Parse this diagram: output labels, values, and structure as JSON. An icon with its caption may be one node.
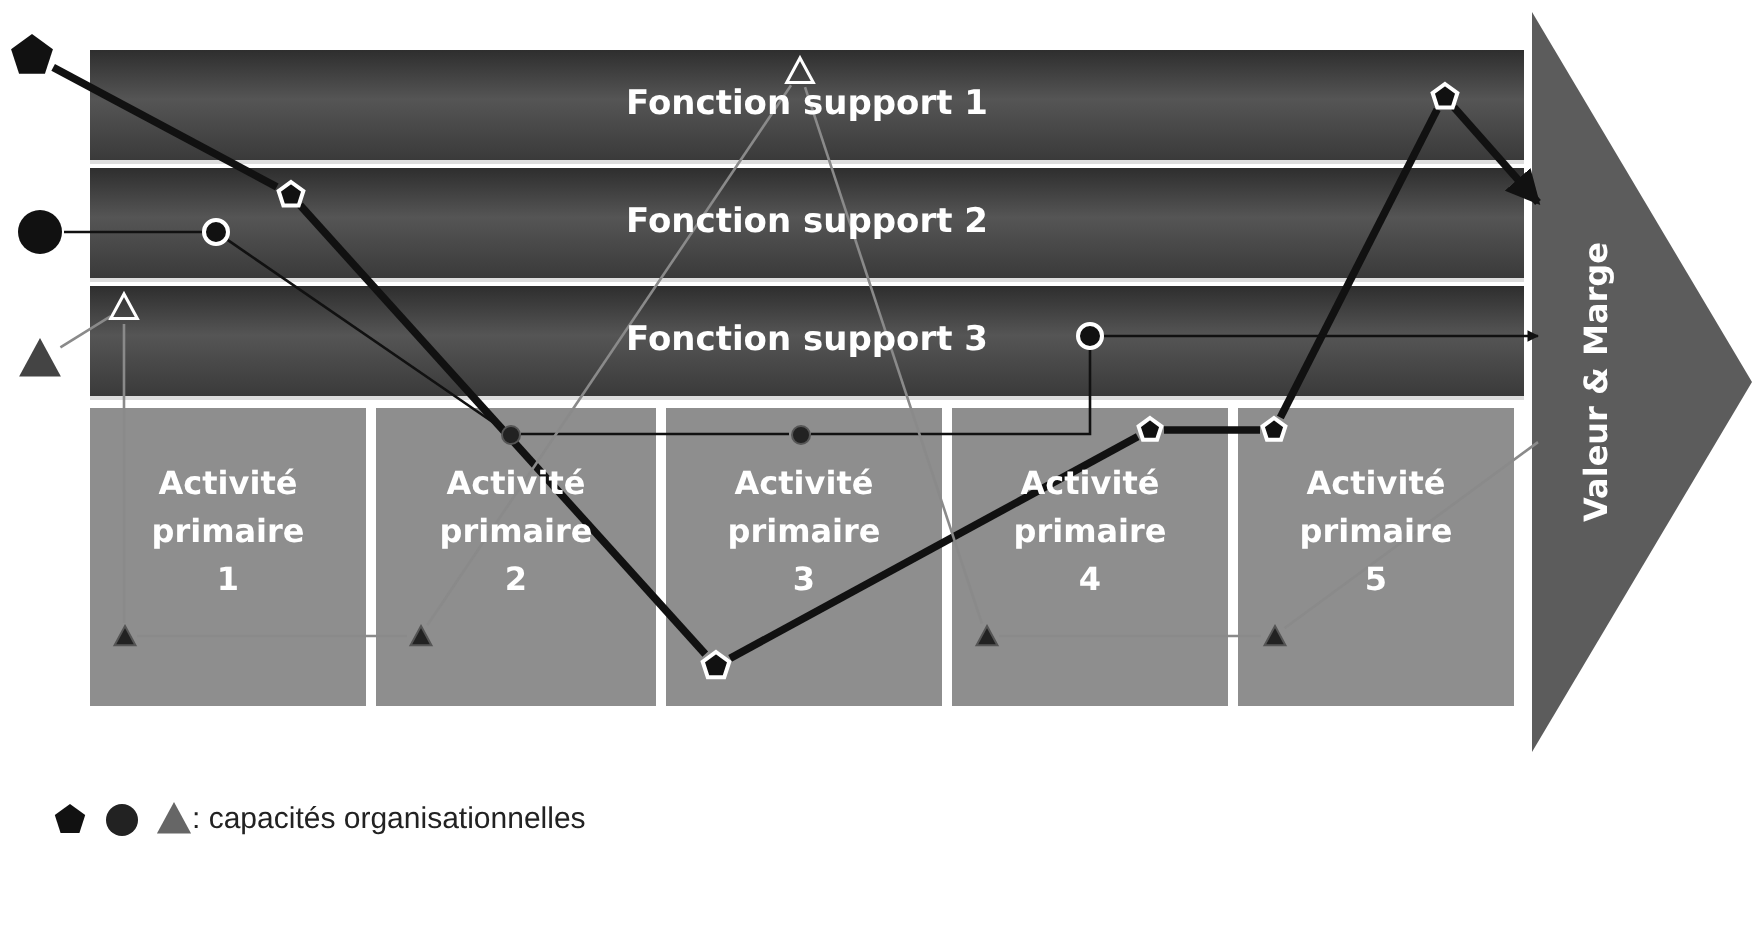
{
  "diagram": {
    "nodes": [
      {
        "text": [
          "Fonction support 1"
        ]
      },
      {
        "text": [
          "Fonction support 2"
        ]
      },
      {
        "text": [
          "Fonction support 3"
        ]
      },
      {
        "text": [
          "Activité primaire 1"
        ]
      },
      {
        "text": [
          "Activité primaire 2"
        ]
      },
      {
        "text": [
          "Activité primaire 3"
        ]
      },
      {
        "text": [
          "Activité primaire 4"
        ]
      },
      {
        "text": [
          "Activité primaire 5"
        ]
      },
      {
        "text": [
          "Valeur & Marge"
        ]
      },
      {
        "text": [],
        "shape": "pentagon"
      },
      {
        "text": [],
        "shape": "pentagon",
        "in": 1
      },
      {
        "text": [],
        "shape": "pentagon",
        "in": 5
      },
      {
        "text": [],
        "shape": "pentagon",
        "in": 6
      },
      {
        "text": [],
        "shape": "pentagon",
        "in": 7
      },
      {
        "text": [],
        "shape": "pentagon",
        "in": 0
      },
      {
        "text": [],
        "shape": "circle"
      },
      {
        "text": [],
        "shape": "circle",
        "in": 1
      },
      {
        "text": [],
        "shape": "circle",
        "in": 4
      },
      {
        "text": [],
        "shape": "circle",
        "in": 5
      },
      {
        "text": [],
        "shape": "circle",
        "in": 2
      },
      {
        "text": [],
        "shape": "triangle"
      },
      {
        "text": [],
        "shape": "triangle",
        "in": 2
      },
      {
        "text": [],
        "shape": "triangle",
        "in": 3
      },
      {
        "text": [],
        "shape": "triangle",
        "in": 4
      },
      {
        "text": [],
        "shape": "triangle",
        "in": 0
      },
      {
        "text": [],
        "shape": "triangle",
        "in": 6
      },
      {
        "text": [],
        "shape": "triangle",
        "in": 7
      }
    ],
    "edges": [
      {
        "from": 9,
        "to": 10,
        "arrow": "none",
        "style": "thick"
      },
      {
        "from": 10,
        "to": 11,
        "arrow": "none",
        "style": "thick"
      },
      {
        "from": 11,
        "to": 12,
        "arrow": "none",
        "style": "thick"
      },
      {
        "from": 12,
        "to": 13,
        "arrow": "none",
        "style": "thick"
      },
      {
        "from": 13,
        "to": 14,
        "arrow": "none",
        "style": "thick"
      },
      {
        "from": 14,
        "to": 8,
        "arrow": "to",
        "style": "thick"
      },
      {
        "from": 15,
        "to": 16,
        "arrow": "none"
      },
      {
        "from": 16,
        "to": 17,
        "arrow": "none"
      },
      {
        "from": 17,
        "to": 18,
        "arrow": "none"
      },
      {
        "from": 18,
        "to": 19,
        "arrow": "none"
      },
      {
        "from": 19,
        "to": 8,
        "arrow": "to"
      },
      {
        "from": 20,
        "to": 21,
        "arrow": "none",
        "color": "#8a8a8a"
      },
      {
        "from": 21,
        "to": 22,
        "arrow": "none",
        "color": "#8a8a8a"
      },
      {
        "from": 22,
        "to": 23,
        "arrow": "none",
        "color": "#8a8a8a"
      },
      {
        "from": 23,
        "to": 24,
        "arrow": "none",
        "color": "#8a8a8a"
      },
      {
        "from": 24,
        "to": 25,
        "arrow": "none",
        "color": "#8a8a8a"
      },
      {
        "from": 25,
        "to": 26,
        "arrow": "none",
        "color": "#8a8a8a"
      },
      {
        "from": 26,
        "to": 8,
        "arrow": "none",
        "color": "#8a8a8a"
      }
    ],
    "legend": [
      {
        "text": ": capacités organisationnelles"
      }
    ]
  }
}
